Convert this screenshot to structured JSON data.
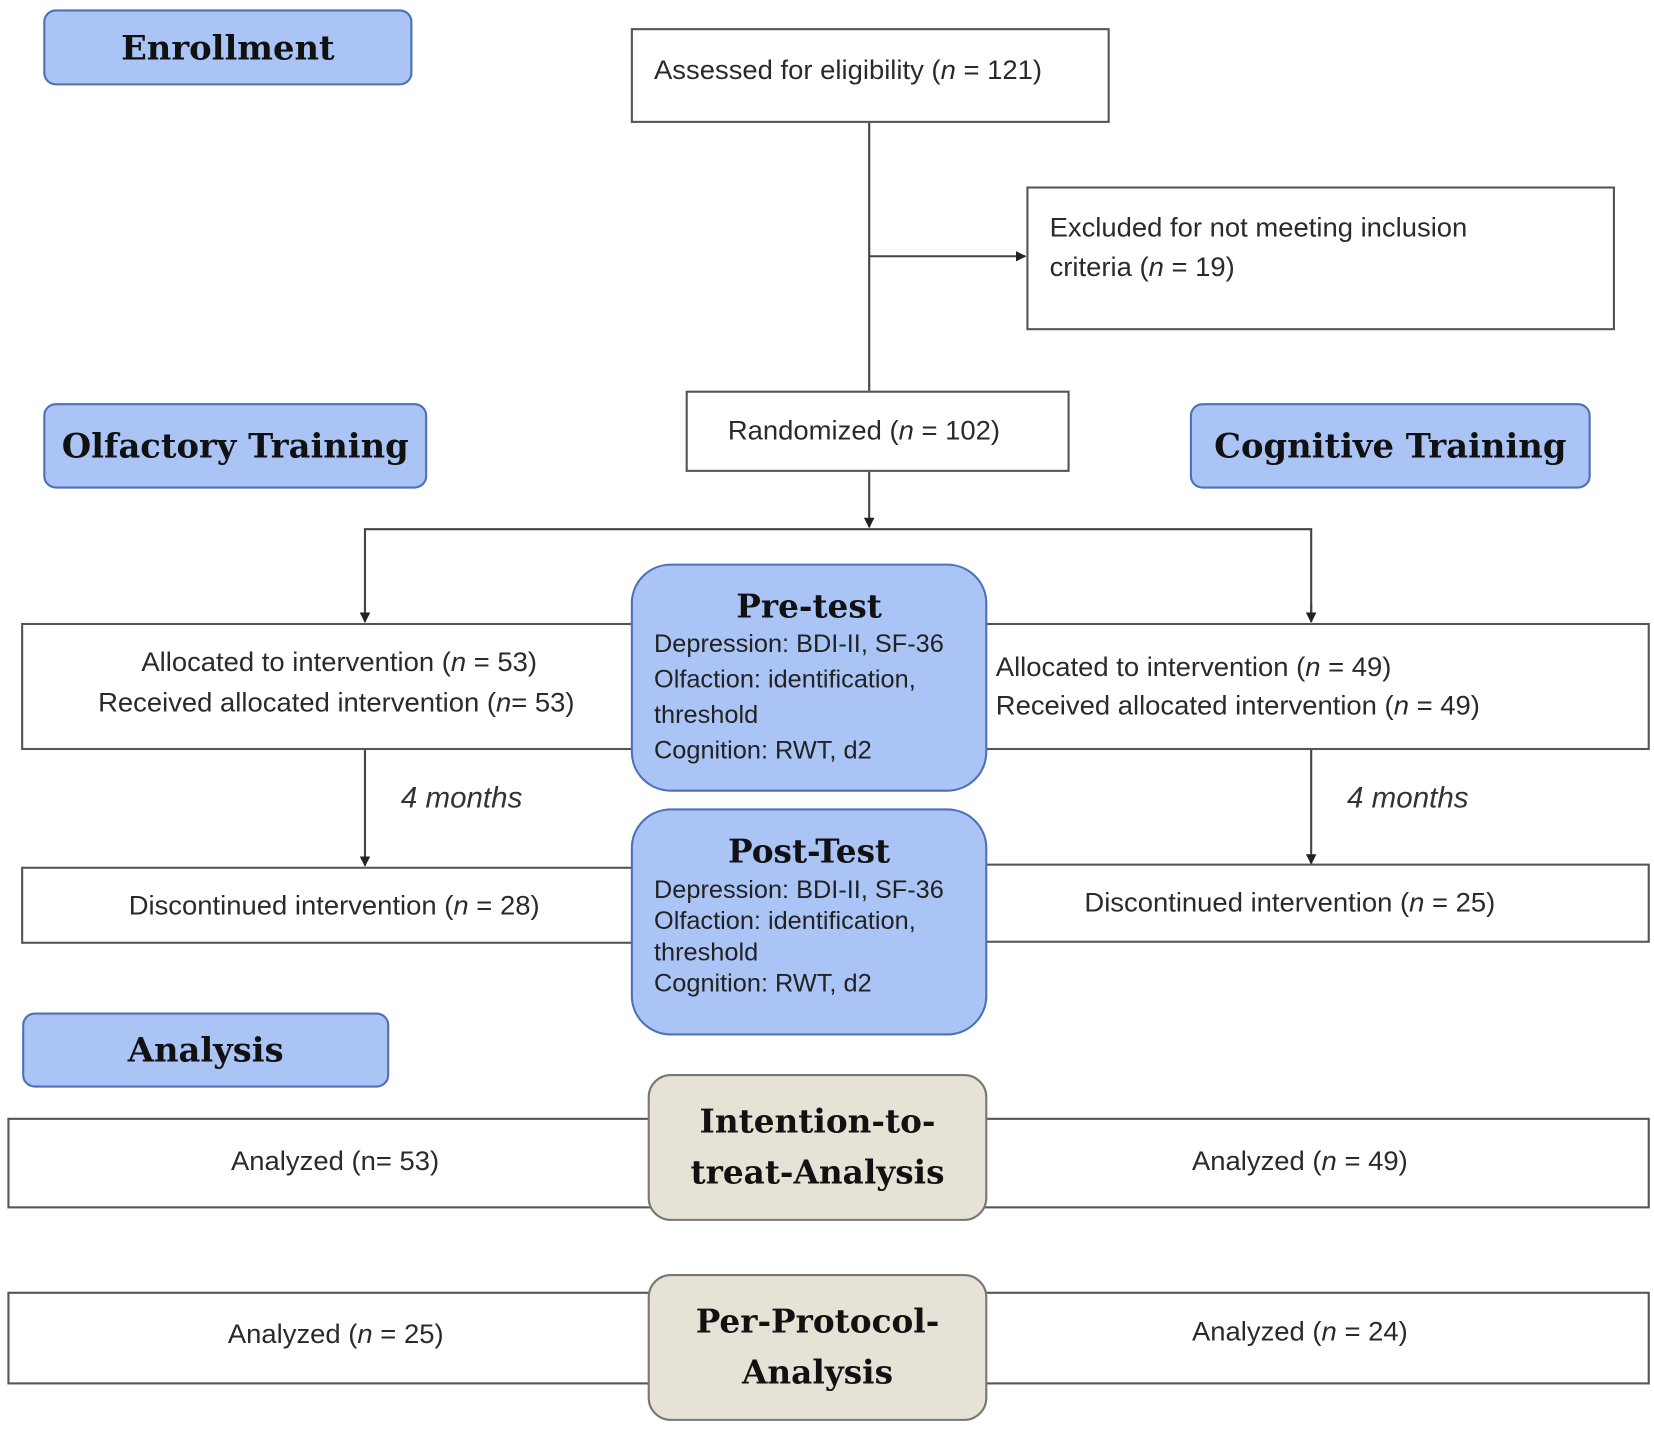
{
  "labels": {
    "enrollment": "Enrollment",
    "olfactory": "Olfactory Training",
    "cognitive": "Cognitive Training",
    "analysis": "Analysis"
  },
  "assessed": {
    "pre": "Assessed for eligibility (",
    "n": "n",
    "post": " = 121)"
  },
  "excluded": {
    "line1": "Excluded for not meeting inclusion",
    "pre": "criteria (",
    "n": "n",
    "post": " = 19)"
  },
  "randomized": {
    "pre": "Randomized (",
    "n": "n",
    "post": " = 102)"
  },
  "left": {
    "allocated": {
      "pre": "Allocated to intervention (",
      "n": "n",
      "post": " = 53)"
    },
    "received": {
      "pre": "Received allocated intervention (",
      "n": "n",
      "post": "= 53)"
    },
    "discontinued": {
      "pre": "Discontinued intervention (",
      "n": "n",
      "post": " = 28)"
    },
    "itt": {
      "text": "Analyzed (n= 53)"
    },
    "pp": {
      "pre": "Analyzed (",
      "n": "n",
      "post": " = 25)"
    },
    "months": "4 months"
  },
  "right": {
    "allocated": {
      "pre": "Allocated to intervention (",
      "n": "n",
      "post": " = 49)"
    },
    "received": {
      "pre": "Received allocated intervention (",
      "n": "n",
      "post": " = 49)"
    },
    "discontinued": {
      "pre": "Discontinued intervention (",
      "n": "n",
      "post": " = 25)"
    },
    "itt": {
      "pre": "Analyzed (",
      "n": "n",
      "post": " = 49)"
    },
    "pp": {
      "pre": "Analyzed (",
      "n": "n",
      "post": " = 24)"
    },
    "months": "4 months"
  },
  "pretest": {
    "title": "Pre-test",
    "depression": "Depression: BDI-II, SF-36",
    "olfaction": "Olfaction: identification,",
    "threshold": "threshold",
    "cognition": "Cognition: RWT, d2"
  },
  "posttest": {
    "title": "Post-Test",
    "depression": "Depression: BDI-II, SF-36",
    "olfaction": "Olfaction: identification,",
    "threshold": "threshold",
    "cognition": "Cognition: RWT, d2"
  },
  "itt": {
    "line1": "Intention-to-",
    "line2": "treat-Analysis"
  },
  "pp": {
    "line1": "Per-Protocol-",
    "line2": "Analysis"
  },
  "colors": {
    "blue_fill": "#a9c4f5",
    "blue_border": "#4e70b8",
    "beige_fill": "#e6e2d6"
  }
}
